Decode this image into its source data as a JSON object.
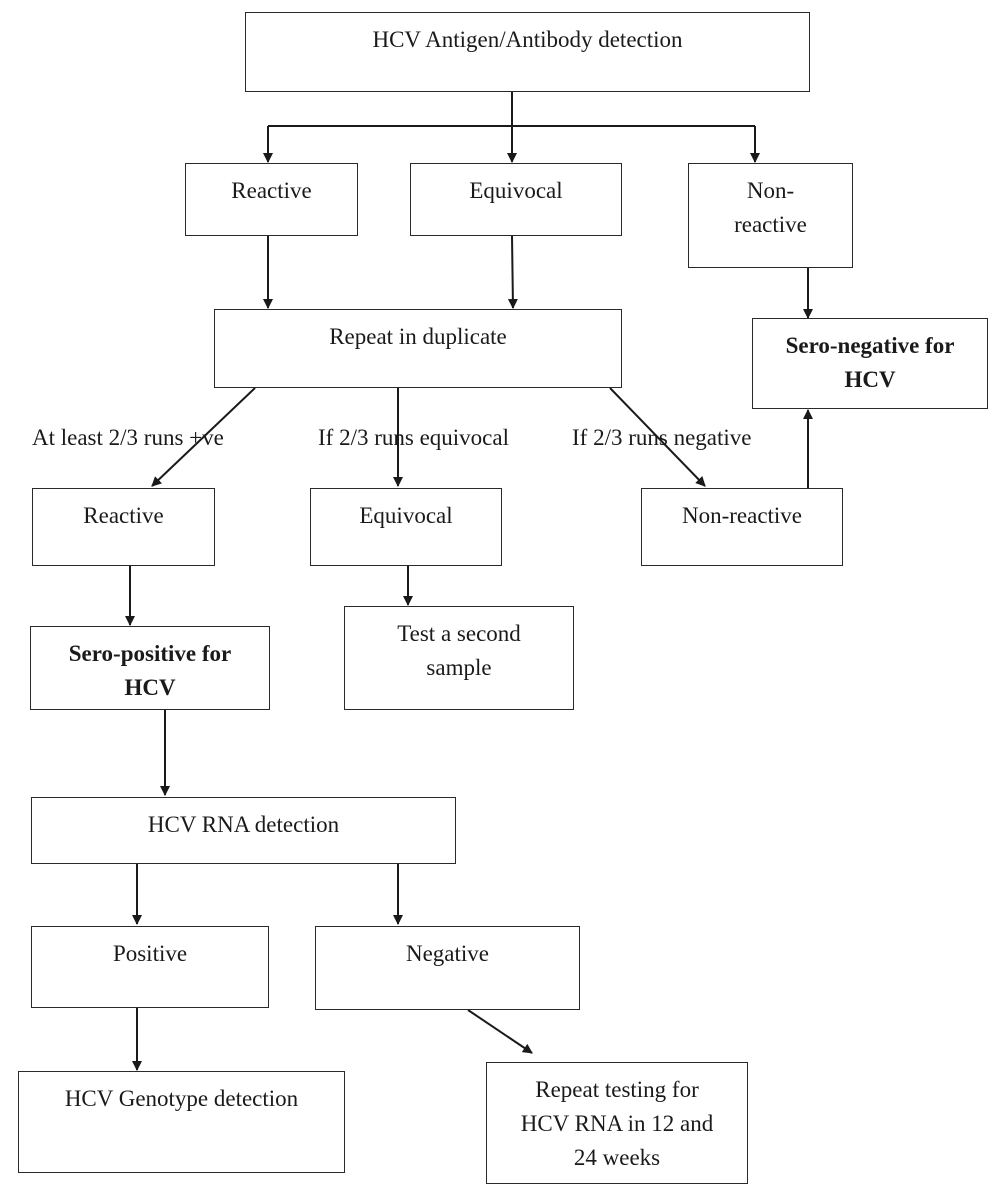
{
  "nodes": {
    "start": "HCV Antigen/Antibody detection",
    "reactive1": "Reactive",
    "equivocal1": "Equivocal",
    "nonreactive1_line1": "Non-",
    "nonreactive1_line2": "reactive",
    "sero_negative_line1": "Sero-negative for",
    "sero_negative_line2": "HCV",
    "repeat_duplicate": "Repeat in duplicate",
    "reactive2": "Reactive",
    "equivocal2": "Equivocal",
    "nonreactive2": "Non-reactive",
    "sero_positive_line1": "Sero-positive for",
    "sero_positive_line2": "HCV",
    "second_sample_line1": "Test a second",
    "second_sample_line2": "sample",
    "rna_detection": "HCV RNA detection",
    "positive": "Positive",
    "negative": "Negative",
    "genotype": "HCV Genotype detection",
    "repeat_rna_line1": "Repeat testing for",
    "repeat_rna_line2": "HCV RNA in 12 and",
    "repeat_rna_line3": "24 weeks"
  },
  "edge_labels": {
    "at_least": "At least 2/3 runs +ve",
    "if_equivocal": "If 2/3 runs equivocal",
    "if_negative": "If 2/3 runs negative"
  }
}
